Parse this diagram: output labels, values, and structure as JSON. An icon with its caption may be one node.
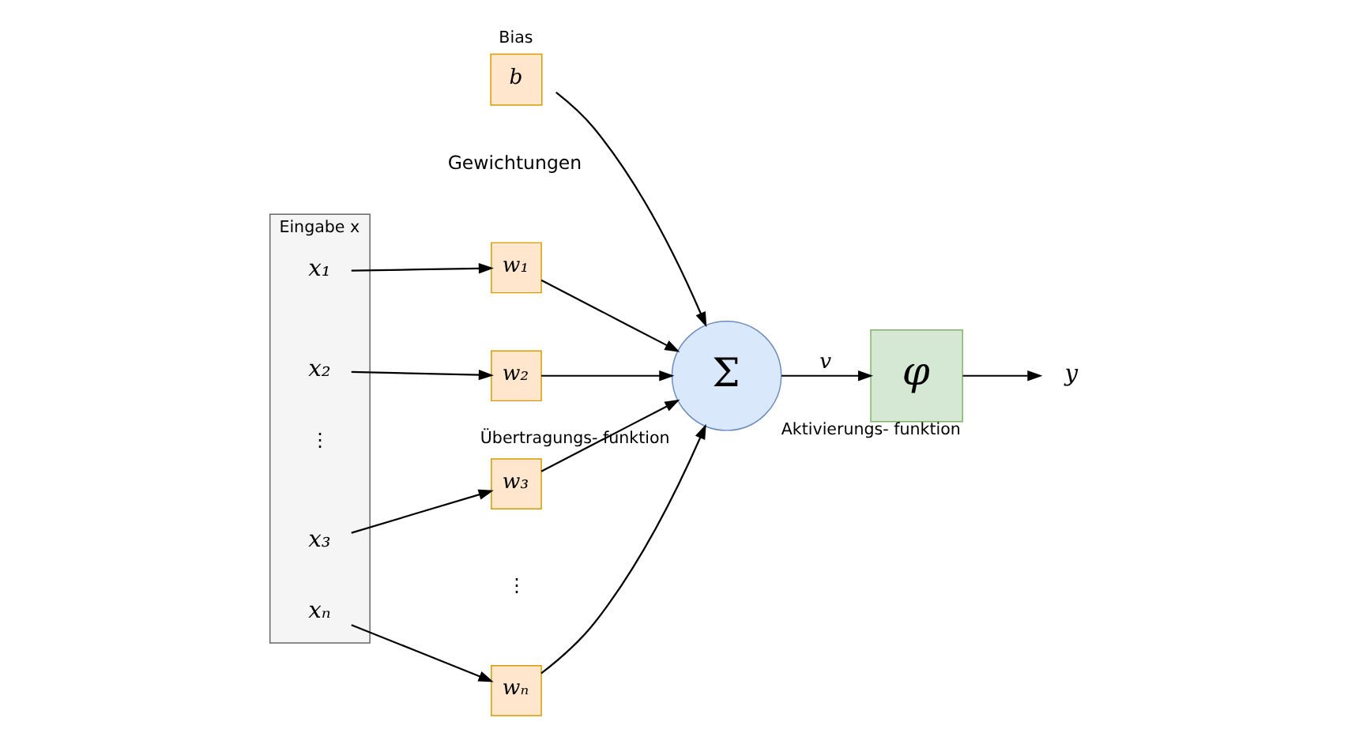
{
  "diagram": {
    "nodes": [
      {
        "text": [
          "Eingabe x"
        ]
      },
      {
        "text": [
          "x₁"
        ],
        "in": 0
      },
      {
        "text": [
          "x₂"
        ],
        "in": 0
      },
      {
        "text": [
          "x₃"
        ],
        "in": 0
      },
      {
        "text": [
          "xₙ"
        ],
        "in": 0
      },
      {
        "text": [
          "w₁"
        ]
      },
      {
        "text": [
          "w₂"
        ]
      },
      {
        "text": [
          "w₃"
        ]
      },
      {
        "text": [
          "wₙ"
        ]
      },
      {
        "text": [
          "Bias",
          "b"
        ]
      },
      {
        "text": [
          "Σ"
        ],
        "beside": [
          "Übertragungs- funktion"
        ]
      },
      {
        "text": [
          "φ"
        ],
        "beside": [
          "Aktivierungs- funktion"
        ]
      },
      {
        "text": [
          "y"
        ]
      }
    ],
    "edges": [
      {
        "from": 1,
        "to": 5,
        "arrow": "to"
      },
      {
        "from": 2,
        "to": 6,
        "arrow": "to"
      },
      {
        "from": 3,
        "to": 7,
        "arrow": "to"
      },
      {
        "from": 4,
        "to": 8,
        "arrow": "to"
      },
      {
        "from": 5,
        "to": 10,
        "arrow": "to"
      },
      {
        "from": 6,
        "to": 10,
        "arrow": "to"
      },
      {
        "from": 7,
        "to": 10,
        "arrow": "to"
      },
      {
        "from": 8,
        "to": 10,
        "arrow": "to"
      },
      {
        "from": 9,
        "to": 10,
        "arrow": "to"
      },
      {
        "from": 10,
        "to": 11,
        "label": "v",
        "arrow": "to"
      },
      {
        "from": 11,
        "to": 12,
        "arrow": "to"
      }
    ],
    "labels": [
      "Gewichtungen",
      "⋮",
      "⋮"
    ]
  }
}
